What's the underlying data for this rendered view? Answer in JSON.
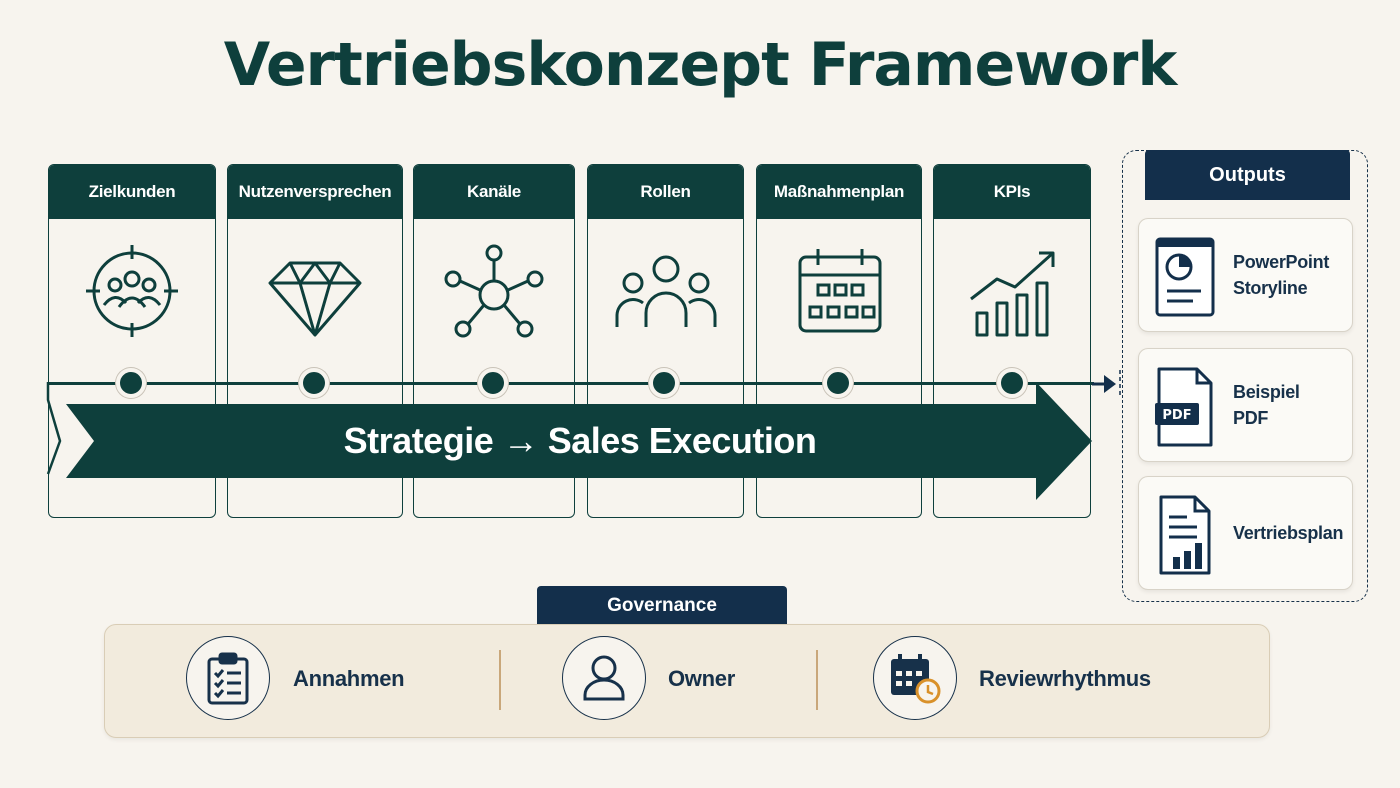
{
  "title": "Vertriebskonzept Framework",
  "steps": [
    {
      "label": "Zielkunden",
      "icon": "target-group-icon"
    },
    {
      "label": "Nutzenversprechen",
      "icon": "diamond-icon"
    },
    {
      "label": "Kanäle",
      "icon": "network-hub-icon"
    },
    {
      "label": "Rollen",
      "icon": "people-group-icon"
    },
    {
      "label": "Maßnahmenplan",
      "icon": "calendar-icon"
    },
    {
      "label": "KPIs",
      "icon": "growth-chart-icon"
    }
  ],
  "banner": {
    "text": "Strategie → Sales Execution"
  },
  "outputs": {
    "title": "Outputs",
    "items": [
      {
        "line1": "PowerPoint",
        "line2": "Storyline",
        "icon": "presentation-icon"
      },
      {
        "line1": "Beispiel",
        "line2": "PDF",
        "icon": "pdf-document-icon",
        "badge": "PDF"
      },
      {
        "line1": "Vertriebsplan",
        "line2": "",
        "icon": "plan-document-icon"
      }
    ]
  },
  "governance": {
    "title": "Governance",
    "items": [
      {
        "label": "Annahmen",
        "icon": "checklist-icon"
      },
      {
        "label": "Owner",
        "icon": "person-icon"
      },
      {
        "label": "Reviewrhythmus",
        "icon": "calendar-clock-icon"
      }
    ]
  },
  "colors": {
    "primary": "#0e3f3c",
    "navy": "#132f4b",
    "background": "#f7f4ee",
    "accent": "#d9912a"
  }
}
